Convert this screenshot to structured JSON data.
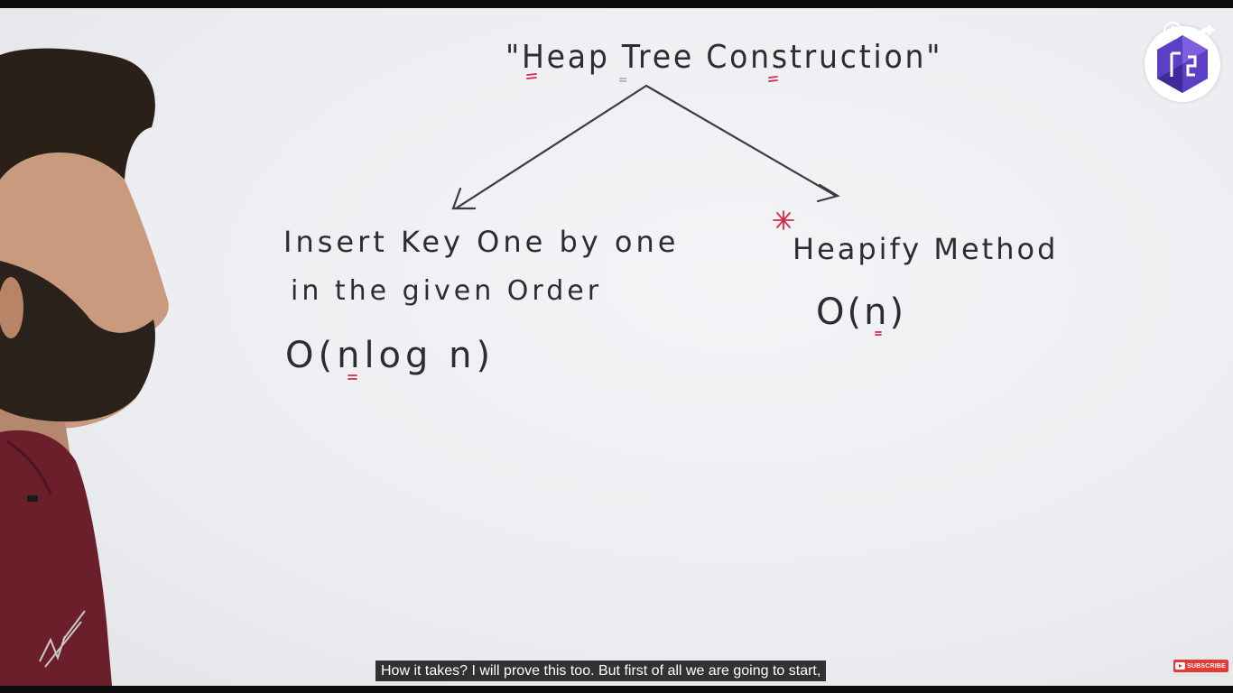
{
  "board": {
    "title": "\"Heap Tree Construction\"",
    "left_branch": {
      "line1": "Insert Key One by one",
      "line2": "in the given Order",
      "complexity": "O(nlog n)"
    },
    "right_branch": {
      "line1": "Heapify Method",
      "complexity": "O(n)"
    }
  },
  "overlay": {
    "caption": "How it takes? I will prove this too. But first of all we are going to start,",
    "subscribe_label": "SUBSCRIBE",
    "watch_later_icon": "clock-icon",
    "share_icon": "share-arrow-icon",
    "channel_logo": "gs-hexagon-logo"
  },
  "colors": {
    "marker_black": "#2b2d33",
    "marker_red": "#d6284a",
    "logo_purple": "#5b3fc4",
    "subscribe_red": "#e53935"
  }
}
